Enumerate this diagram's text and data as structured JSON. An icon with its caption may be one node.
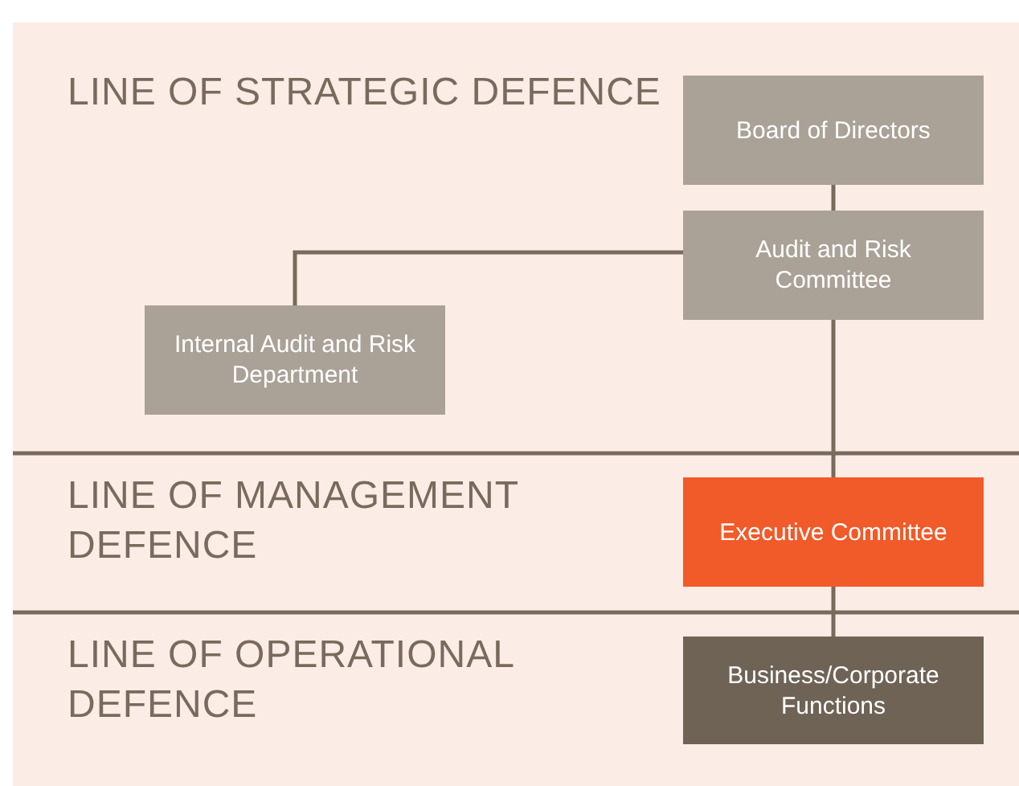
{
  "diagram": {
    "nodes": [
      {
        "text": [
          "Board of Directors"
        ]
      },
      {
        "text": [
          "Audit and Risk Committee"
        ]
      },
      {
        "text": [
          "Internal Audit and Risk Department"
        ]
      },
      {
        "text": [
          "Executive Committee"
        ]
      },
      {
        "text": [
          "Business/Corporate Functions"
        ]
      }
    ],
    "edges": [
      {
        "from": 0,
        "to": 1,
        "arrow": "none"
      },
      {
        "from": 1,
        "to": 2,
        "arrow": "none"
      },
      {
        "from": 1,
        "to": 3,
        "arrow": "none"
      },
      {
        "from": 3,
        "to": 4,
        "arrow": "none"
      }
    ],
    "labels": [
      "LINE OF STRATEGIC DEFENCE",
      "LINE OF MANAGEMENT DEFENCE",
      "LINE OF OPERATIONAL DEFENCE"
    ]
  }
}
